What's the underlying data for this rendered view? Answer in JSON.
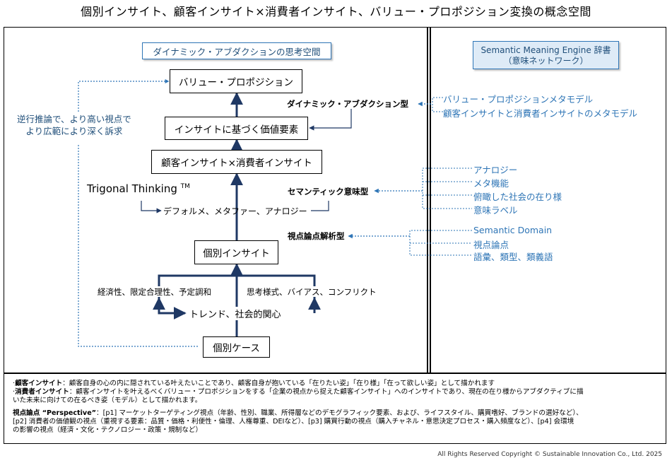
{
  "title": "個別インサイト、顧客インサイト×消費者インサイト、バリュー・プロポジション変換の概念空間",
  "left_panel": {
    "space_title": "ダイナミック・アブダクションの思考空間",
    "boxes": {
      "value_prop": "バリュー・プロポジション",
      "value_element": "インサイトに基づく価値要素",
      "customer_consumer": "顧客インサイト×消費者インサイト",
      "individual_insight": "個別インサイト",
      "individual_case": "個別ケース"
    },
    "reverse_reasoning": [
      "逆行推論で、より高い視点で",
      "より広範により深く訴求"
    ],
    "trigonal": "Trigonal Thinking",
    "trigonal_tm": "TM",
    "deform": "デフォルメ、メタファー、アナロジー",
    "factor_left": "経済性、限定合理性、予定調和",
    "factor_right": "思考様式、バイアス、コンフリクト",
    "trend": "トレンド、社会的関心",
    "types": {
      "dynamic": "ダイナミック・アブダクション型",
      "semantic": "セマンティック意味型",
      "perspective": "視点論点解析型"
    }
  },
  "right_panel": {
    "engine_title": [
      "Semantic Meaning Engine 辞書",
      "（意味ネットワーク）"
    ],
    "group1": [
      "バリュー・プロポジションメタモデル",
      "顧客インサイトと消費者インサイトのメタモデル"
    ],
    "group2": [
      "アナロジー",
      "メタ機能",
      "俯瞰した社会の在り様",
      "意味ラベル"
    ],
    "group3": [
      "Semantic Domain",
      "視点論点",
      "語彙、類型、類義語"
    ]
  },
  "notes": {
    "customer_label": "顧客インサイト",
    "customer_text": "：顧客自身の心の内に隠されている叶えたいことであり、顧客自身が抱いている「在りたい姿」「在り様」「在って欲しい姿」として描かれます",
    "consumer_label": "消費者インサイト",
    "consumer_text": "：顧客インサイトを叶えるべくバリュー・プロポジションをする「企業の視点から捉えた顧客インサイト」へのインサイトであり、現在の在り様からアブダクティブに描",
    "consumer_text2": "いた未来に向けての在るべき姿（モデル）として描かれます。",
    "perspective_label": "視点論点 “Perspective”",
    "perspective_text": "：[p1] マーケットターゲティング視点（年齢、性別、職業、所得層などのデモグラフィック要素、および、ライフスタイル、購買嗜好、ブランドの選好など）、",
    "perspective_text2": "[p2] 消費者の価値観の視点（重視する要素：品質・価格・利便性・倫理、人権尊重、DEIなど）、[p3] 購買行動の視点（購入チャネル・意思決定プロセス・購入頻度など）、[p4] 会環境",
    "perspective_text3": "の影響の視点（経済・文化・テクノロジー・政策・規制など）"
  },
  "copyright": "All Rights Reserved Copyright © Sustainable Innovation Co., Ltd. 2025",
  "colors": {
    "accent_blue": "#2e75b6",
    "dark_blue": "#1f4e79",
    "navy_arrow": "#1f3864"
  }
}
